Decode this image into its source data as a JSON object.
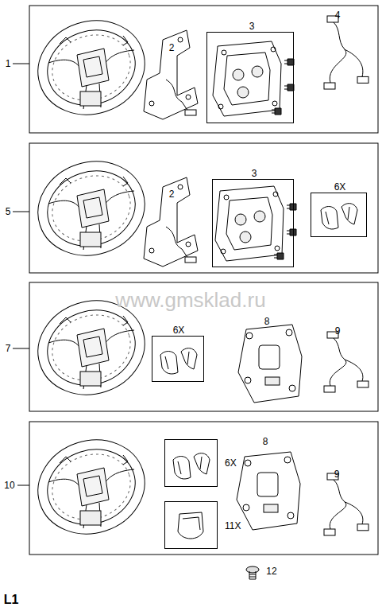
{
  "diagram": {
    "nodes": [
      {
        "text": [
          "3"
        ]
      },
      {
        "text": [
          "3"
        ]
      },
      {
        "text": [
          "6X"
        ]
      },
      {
        "text": [
          "6X"
        ]
      },
      {
        "text": [
          "6X"
        ]
      },
      {
        "text": [
          "11X"
        ]
      }
    ],
    "labels": [
      "1",
      "2",
      "4",
      "5",
      "2",
      "7",
      "8",
      "9",
      "10",
      "8",
      "9",
      "12",
      "L1",
      "www.gmsklad.ru"
    ]
  }
}
